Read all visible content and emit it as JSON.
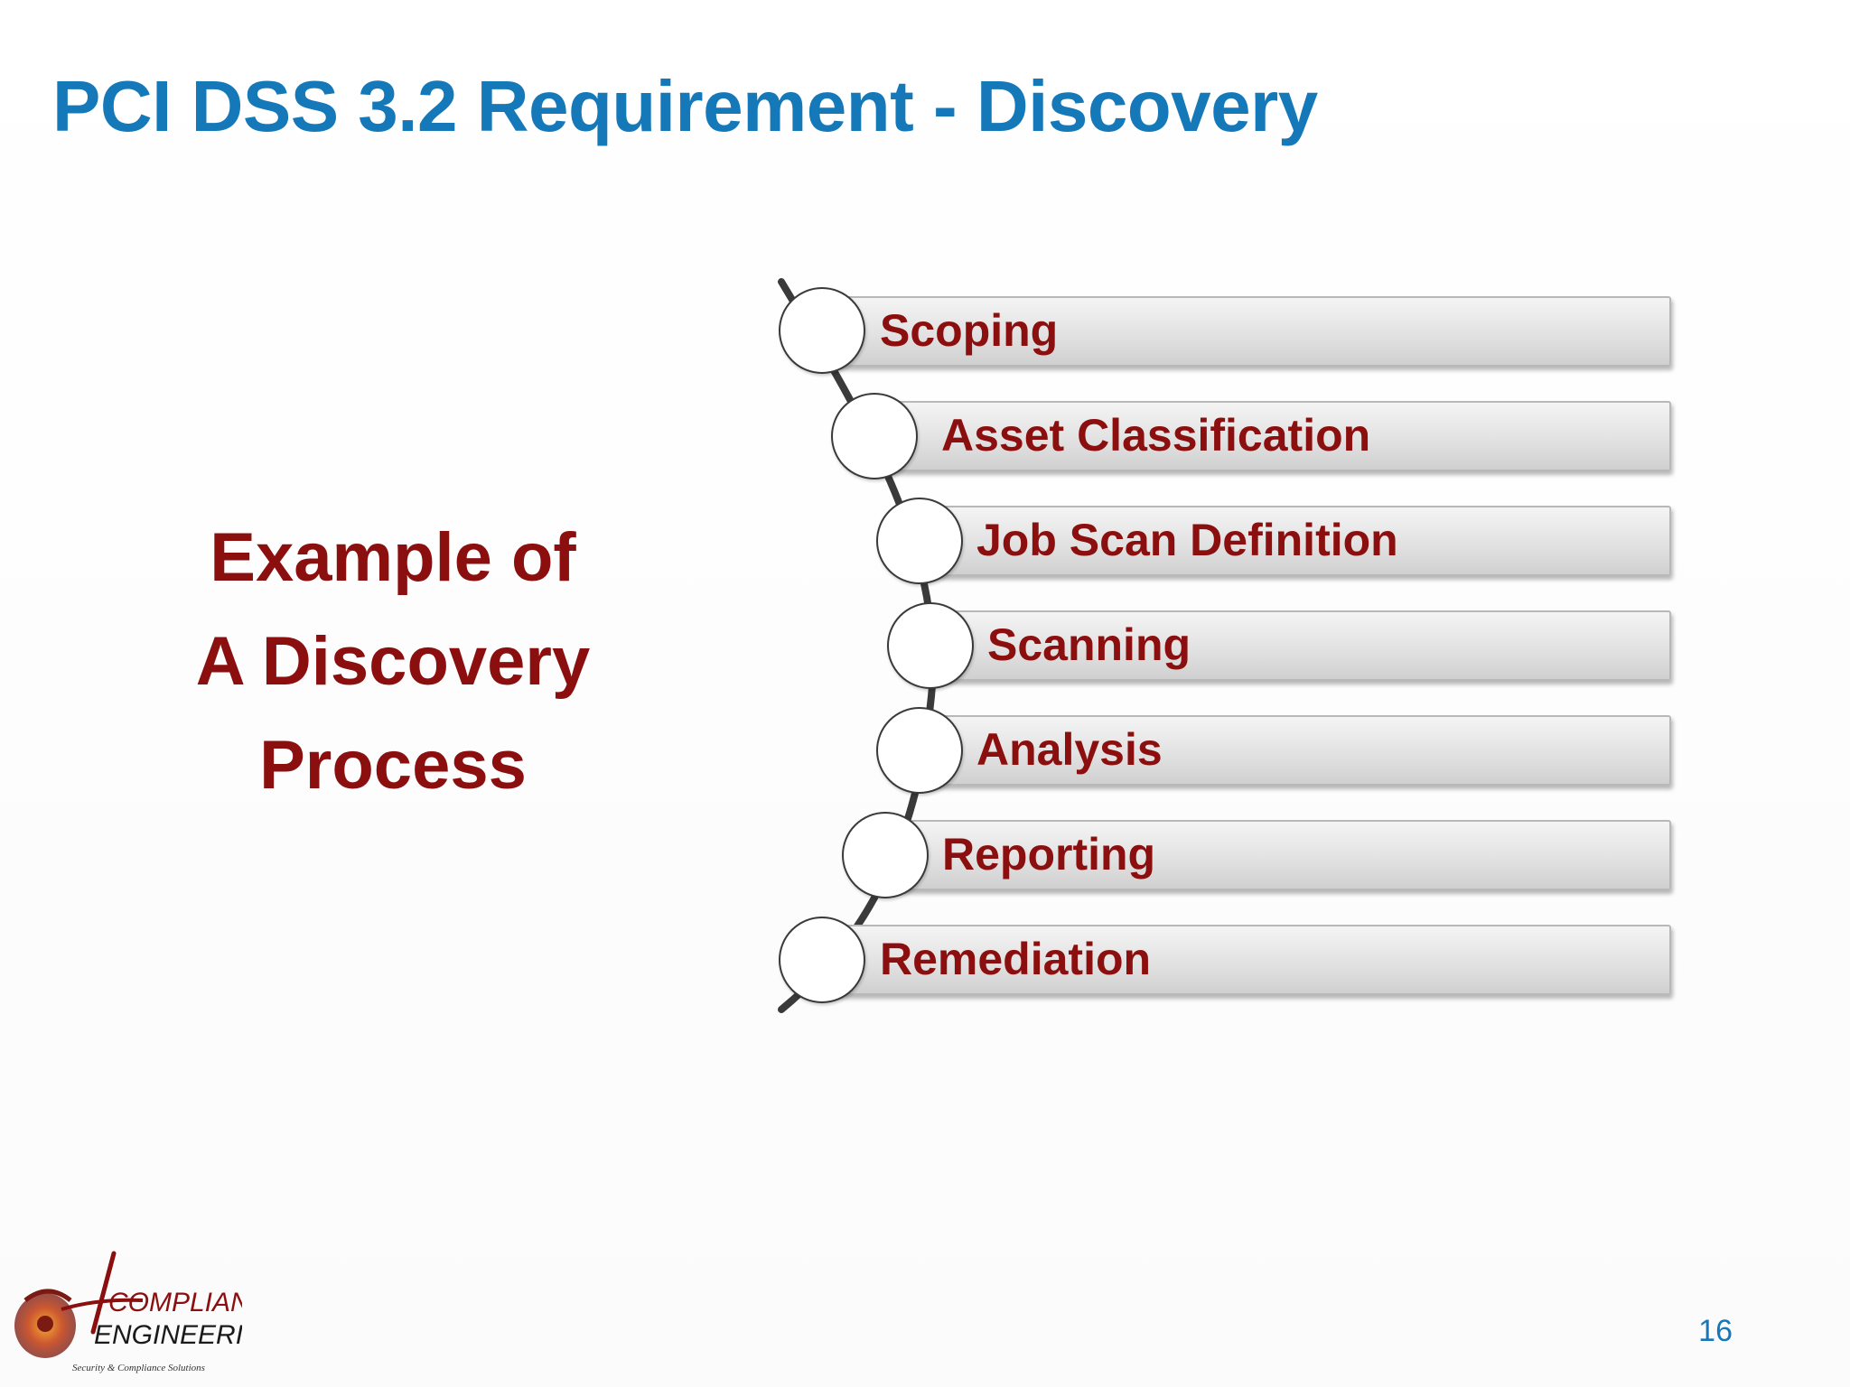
{
  "slide": {
    "title": "PCI DSS 3.2 Requirement - Discovery",
    "side_text": [
      "Example of",
      "A Discovery",
      "Process"
    ],
    "page_number": "16"
  },
  "process": {
    "steps": [
      {
        "label": "Scoping"
      },
      {
        "label": "Asset Classification"
      },
      {
        "label": "Job Scan Definition"
      },
      {
        "label": "Scanning"
      },
      {
        "label": "Analysis"
      },
      {
        "label": "Reporting"
      },
      {
        "label": "Remediation"
      }
    ]
  },
  "logo": {
    "line1": "COMPLIANCE",
    "line2": "ENGINEERING",
    "tagline": "Security & Compliance Solutions"
  },
  "colors": {
    "title": "#1578b8",
    "accent_text": "#8b0f0f",
    "bar_fill": "#e2e2e2",
    "spine": "#3a3a3a"
  }
}
